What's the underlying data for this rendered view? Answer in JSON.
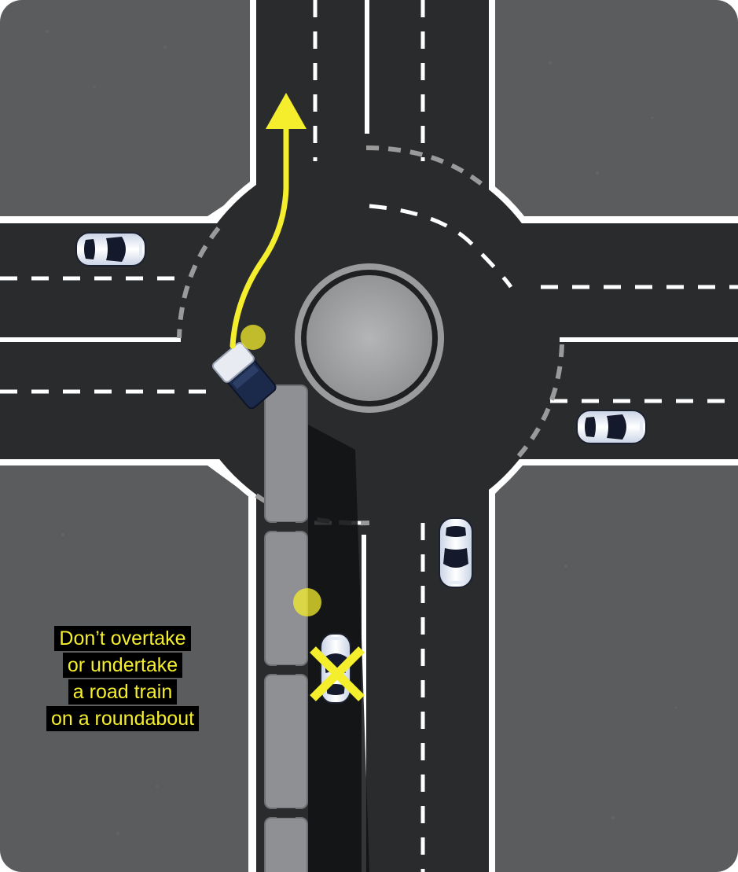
{
  "caption": {
    "line1": "Don’t overtake",
    "line2": "or undertake",
    "line3": "a road train",
    "line4": "on a roundabout"
  },
  "colors": {
    "background_block": "#5b5c5e",
    "road": "#2a2b2d",
    "road_marking": "#ffffff",
    "roundabout_dashes": "#9a9a9a",
    "island": "#9fa0a2",
    "trailer": "#8f9094",
    "path_arrow": "#f4ee2c",
    "caption_text": "#f4ee2c",
    "caption_background": "#000000",
    "cross_mark": "#f4ee2c"
  },
  "icons": {
    "path": "yellow-arrow-path-icon",
    "cross": "yellow-x-cross-icon",
    "blind_spot": "yellow-dot-icon"
  }
}
